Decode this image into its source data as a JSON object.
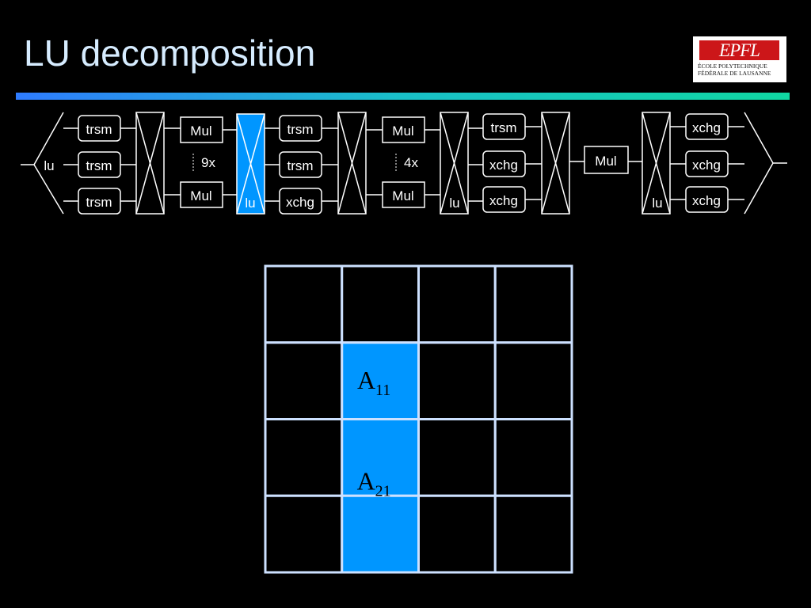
{
  "title": "LU decomposition",
  "logo": {
    "mark": "EPFL",
    "line1": "ÉCOLE POLYTECHNIQUE",
    "line2": "FÉDÉRALE DE LAUSANNE"
  },
  "colors": {
    "title": "#d6ecff",
    "highlight": "#0096ff",
    "grid_line": "#cde1ff",
    "node_stroke": "#ffffff"
  },
  "pipeline": {
    "input_lu": "lu",
    "stage1": [
      "trsm",
      "trsm",
      "trsm"
    ],
    "mul_a_top": "Mul",
    "mul_a_count": "9x",
    "mul_a_bottom": "Mul",
    "lu_highlighted": "lu",
    "stage2": [
      "trsm",
      "trsm",
      "xchg"
    ],
    "mul_b_top": "Mul",
    "mul_b_count": "4x",
    "mul_b_bottom": "Mul",
    "lu_b": "lu",
    "stage3": [
      "trsm",
      "xchg",
      "xchg"
    ],
    "mul_c": "Mul",
    "lu_c": "lu",
    "stage4": [
      "xchg",
      "xchg",
      "xchg"
    ]
  },
  "matrix": {
    "rows": 4,
    "cols": 4,
    "highlight_col": 1,
    "highlight_rows": [
      1,
      2,
      3
    ],
    "labels": [
      {
        "base": "A",
        "sub": "11"
      },
      {
        "base": "A",
        "sub": "21"
      }
    ]
  }
}
